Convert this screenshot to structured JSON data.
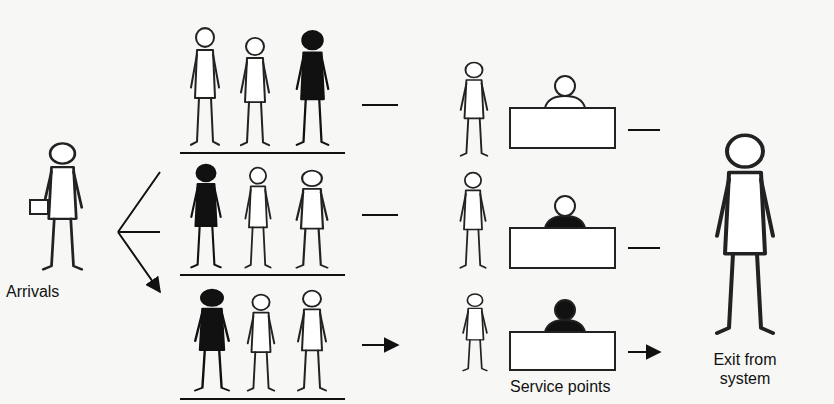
{
  "diagram": {
    "labels": [
      "Arrivals",
      "Service points",
      "Exit from system"
    ]
  }
}
